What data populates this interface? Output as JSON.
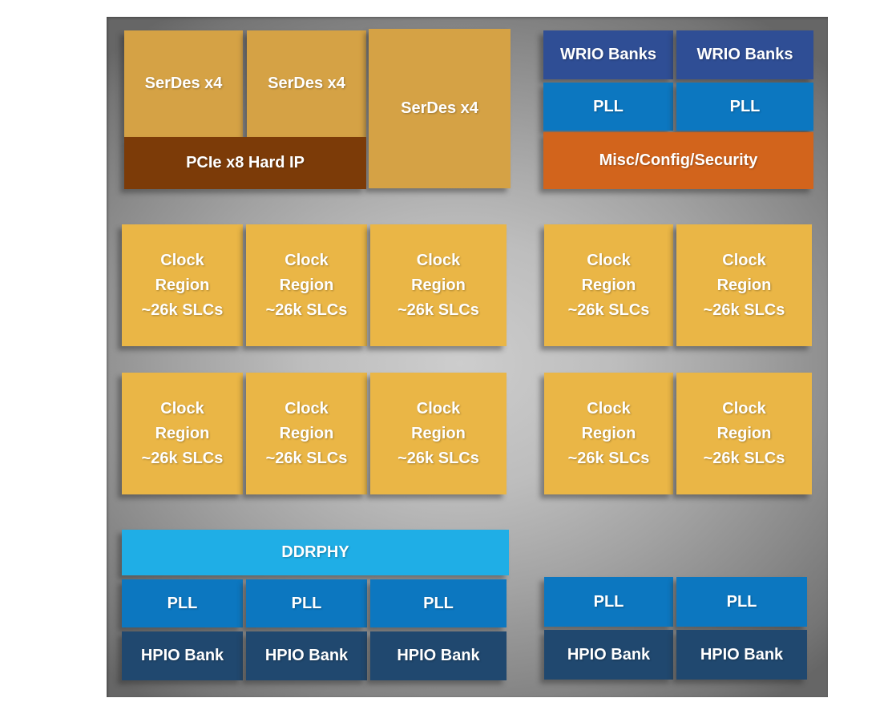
{
  "die": {
    "top_left_io": {
      "serdes_blocks": [
        "SerDes x4",
        "SerDes x4",
        "SerDes x4"
      ],
      "pcie_label": "PCIe x8 Hard IP"
    },
    "top_right_io": {
      "wrio_blocks": [
        "WRIO Banks",
        "WRIO Banks"
      ],
      "pll_blocks": [
        "PLL",
        "PLL"
      ],
      "misc_label": "Misc/Config/Security"
    },
    "fabric": {
      "clock_region_label": "Clock\nRegion\n~26k SLCs",
      "rows": 2,
      "left_columns": 3,
      "right_columns": 2,
      "total_clock_regions": 10
    },
    "bottom_left_io": {
      "ddrphy_label": "DDRPHY",
      "pll_blocks": [
        "PLL",
        "PLL",
        "PLL"
      ],
      "hpio_blocks": [
        "HPIO Bank",
        "HPIO Bank",
        "HPIO Bank"
      ]
    },
    "bottom_right_io": {
      "pll_blocks": [
        "PLL",
        "PLL"
      ],
      "hpio_blocks": [
        "HPIO Bank",
        "HPIO Bank"
      ]
    },
    "colors": {
      "serdes": "#D5A245",
      "pcie_hard_ip": "#7C3B08",
      "wrio_bank": "#2F4E95",
      "pll": "#0C77C0",
      "misc_config_security": "#D2641C",
      "clock_region": "#EAB646",
      "ddrphy": "#1FAEE6",
      "hpio_bank": "#20486F",
      "label_text": "#FFFFFF",
      "die_background_center": "#CDCDCD",
      "die_background_edge": "#666666"
    }
  }
}
